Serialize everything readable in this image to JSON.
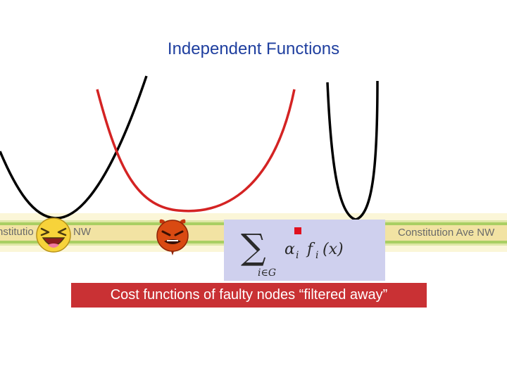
{
  "slide": {
    "title": "Independent Functions"
  },
  "map": {
    "road_label_left": "nstitutio",
    "road_label_nw": "NW",
    "road_label_right": "Constitution Ave NW"
  },
  "formula": {
    "alpha_i": "α",
    "sub_i": "i",
    "f": "f",
    "args": "(x)",
    "sum_index": "i∈G"
  },
  "caption": {
    "text": "Cost functions of faulty nodes “filtered away”"
  },
  "colors": {
    "title": "#1f3f9f",
    "good_curve": "#000000",
    "faulty_curve": "#d42323",
    "caption_bg": "#c93134",
    "formula_bg": "#cfd0ee",
    "marker": "#e0101e"
  },
  "icons": {
    "good_node": "laughing-face-icon",
    "faulty_node": "devil-face-icon"
  }
}
